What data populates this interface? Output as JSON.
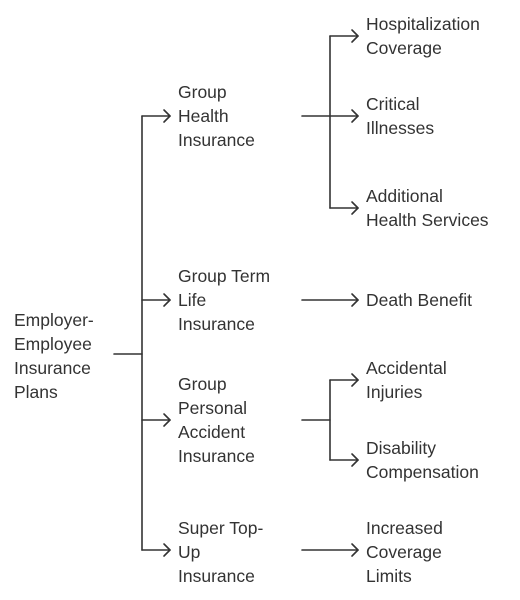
{
  "diagram": {
    "line_color": "#333333",
    "root": {
      "label": "Employer-\nEmployee\nInsurance\nPlans"
    },
    "branches": [
      {
        "label": "Group\nHealth\nInsurance",
        "children": [
          {
            "label": "Hospitalization\nCoverage"
          },
          {
            "label": "Critical\nIllnesses"
          },
          {
            "label": "Additional\nHealth Services"
          }
        ]
      },
      {
        "label": "Group Term\nLife\nInsurance",
        "children": [
          {
            "label": "Death Benefit"
          }
        ]
      },
      {
        "label": "Group\nPersonal\nAccident\nInsurance",
        "children": [
          {
            "label": "Accidental\nInjuries"
          },
          {
            "label": "Disability\nCompensation"
          }
        ]
      },
      {
        "label": "Super Top-\nUp\nInsurance",
        "children": [
          {
            "label": "Increased\nCoverage\nLimits"
          }
        ]
      }
    ]
  }
}
